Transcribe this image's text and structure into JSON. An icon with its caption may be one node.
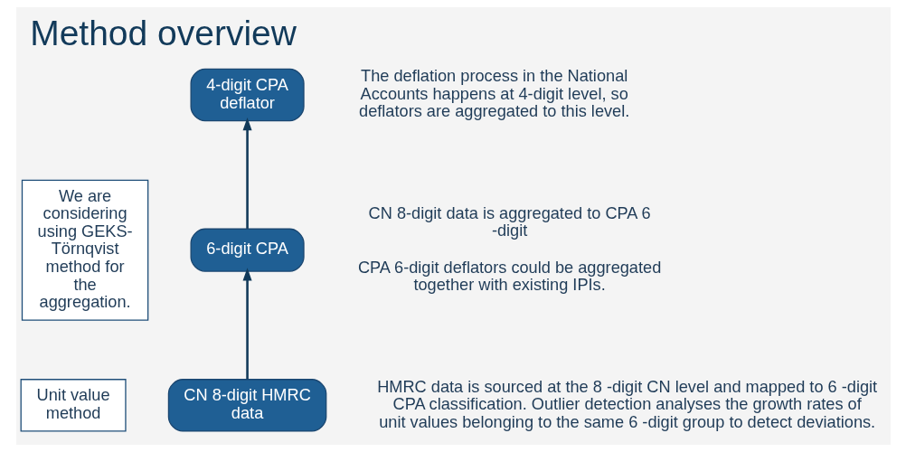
{
  "diagram": {
    "title": "Method overview",
    "nodes": [
      {
        "text": [
          "4-digit CPA deflator"
        ],
        "beside": [
          "The deflation process in the National Accounts happens at 4-digit level, so deflators are aggregated to this level."
        ]
      },
      {
        "text": [
          "6-digit CPA"
        ],
        "beside": [
          "CN 8-digit data is aggregated to CPA 6 -digit",
          "CPA 6-digit deflators could be aggregated together with existing IPIs."
        ]
      },
      {
        "text": [
          "We are considering using GEKS-Törnqvist method for the aggregation."
        ]
      },
      {
        "text": [
          "Unit value method"
        ]
      },
      {
        "text": [
          "CN 8-digit HMRC data"
        ],
        "beside": [
          "HMRC data is sourced at the 8 -digit CN level and mapped to 6 -digit CPA classification. Outlier detection analyses the growth rates of unit values belonging to the same 6 -digit group to detect deviations."
        ]
      }
    ],
    "edges": [
      {
        "from": 4,
        "to": 1,
        "arrow": "to"
      },
      {
        "from": 1,
        "to": 0,
        "arrow": "to"
      }
    ]
  }
}
